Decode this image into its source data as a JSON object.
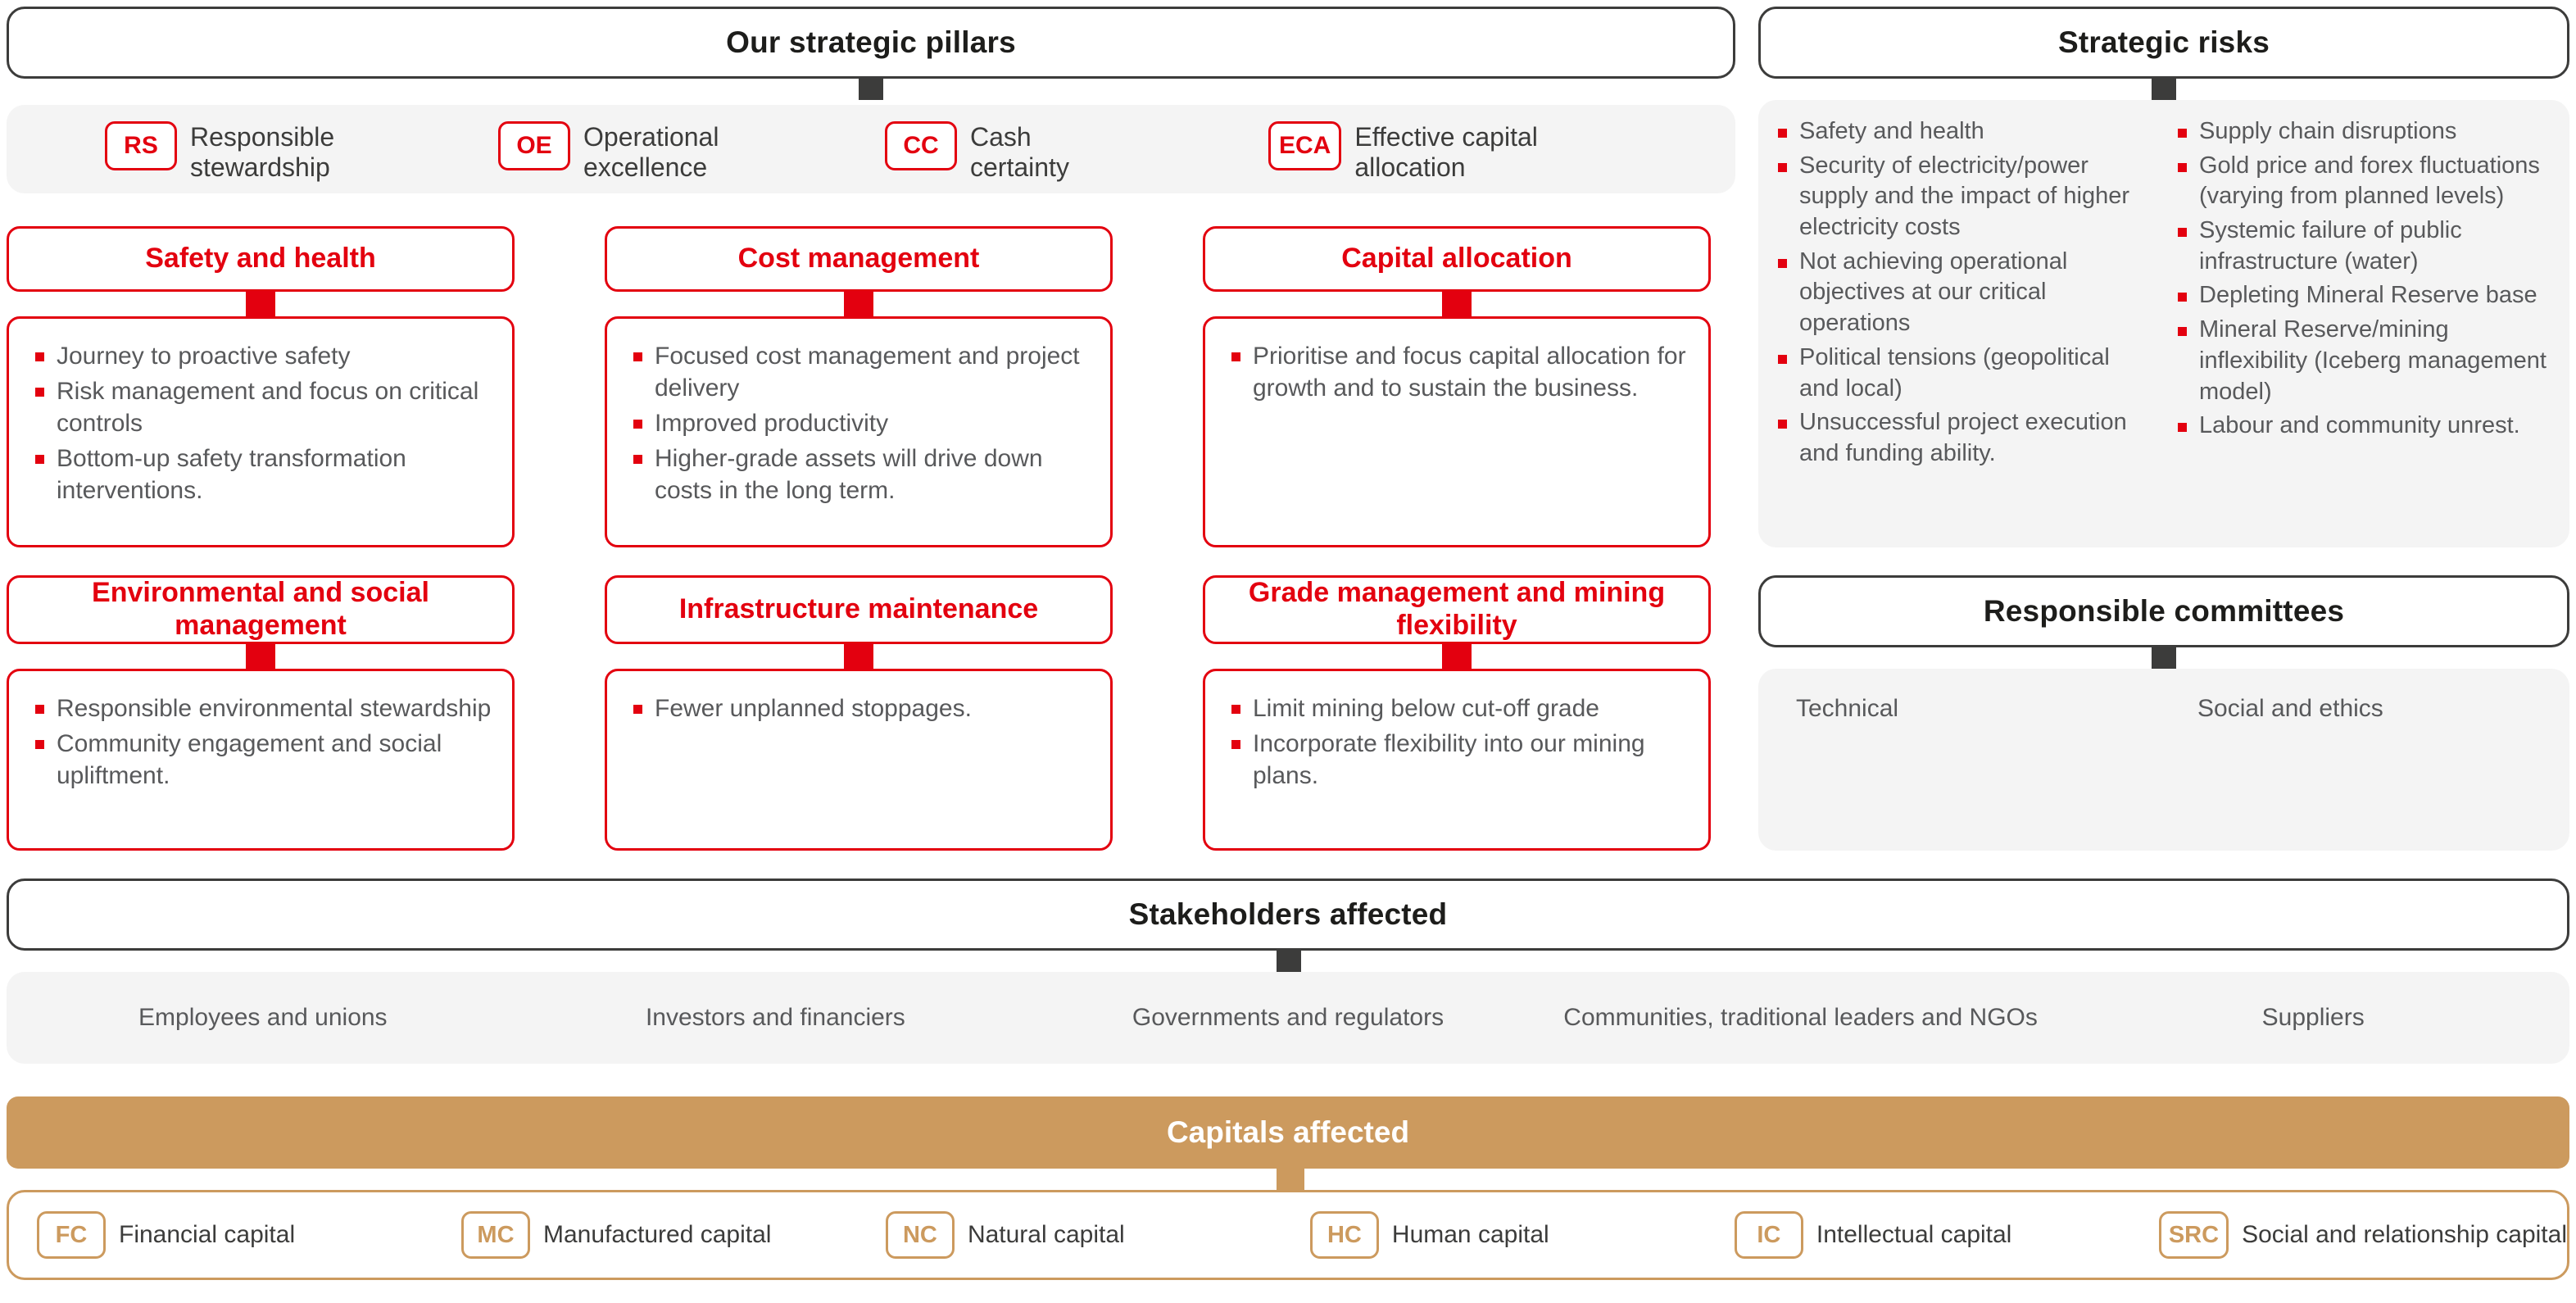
{
  "pillars_panel": {
    "title": "Our strategic pillars",
    "pillars": [
      {
        "code": "RS",
        "label": "Responsible stewardship"
      },
      {
        "code": "OE",
        "label": "Operational excellence"
      },
      {
        "code": "CC",
        "label": "Cash certainty"
      },
      {
        "code": "ECA",
        "label": "Effective capital allocation"
      }
    ]
  },
  "cards": [
    {
      "title": "Safety and health",
      "bullets": [
        "Journey to proactive safety",
        "Risk management and focus on critical controls",
        "Bottom-up safety transformation interventions."
      ]
    },
    {
      "title": "Cost management",
      "bullets": [
        "Focused cost management and project delivery",
        "Improved productivity",
        "Higher-grade assets will drive down costs in the long term."
      ]
    },
    {
      "title": "Capital allocation",
      "bullets": [
        "Prioritise and focus capital allocation for growth and to sustain the business."
      ]
    },
    {
      "title": "Environmental and social management",
      "bullets": [
        "Responsible environmental stewardship",
        "Community engagement and social upliftment."
      ]
    },
    {
      "title": "Infrastructure maintenance",
      "bullets": [
        "Fewer unplanned stoppages."
      ]
    },
    {
      "title": "Grade management and mining flexibility",
      "bullets": [
        "Limit mining below cut-off grade",
        "Incorporate flexibility into our mining plans."
      ]
    }
  ],
  "risks_panel": {
    "title": "Strategic risks",
    "column_left": [
      "Safety and health",
      "Security of electricity/power supply and the impact of higher electricity costs",
      "Not achieving operational objectives at our critical operations",
      "Political tensions (geopolitical and local)",
      "Unsuccessful project execution and funding ability."
    ],
    "column_right": [
      "Supply chain disruptions",
      "Gold price and forex fluctuations (varying from planned levels)",
      "Systemic failure of public infrastructure (water)",
      "Depleting Mineral Reserve base",
      "Mineral Reserve/mining inflexibility (Iceberg management model)",
      "Labour and community unrest."
    ]
  },
  "committees_panel": {
    "title": "Responsible committees",
    "items": [
      "Technical",
      "Social and ethics"
    ]
  },
  "stakeholders_panel": {
    "title": "Stakeholders affected",
    "items": [
      "Employees and unions",
      "Investors and financiers",
      "Governments and regulators",
      "Communities, traditional leaders and NGOs",
      "Suppliers"
    ]
  },
  "capitals_panel": {
    "title": "Capitals affected",
    "items": [
      {
        "code": "FC",
        "label": "Financial capital"
      },
      {
        "code": "MC",
        "label": "Manufactured capital"
      },
      {
        "code": "NC",
        "label": "Natural capital"
      },
      {
        "code": "HC",
        "label": "Human capital"
      },
      {
        "code": "IC",
        "label": "Intellectual capital"
      },
      {
        "code": "SRC",
        "label": "Social and relationship capital"
      }
    ]
  },
  "colors": {
    "red": "#e3000f",
    "dark": "#3c3c3b",
    "gold": "#cc9a5e",
    "panel_grey": "#f4f4f4"
  }
}
